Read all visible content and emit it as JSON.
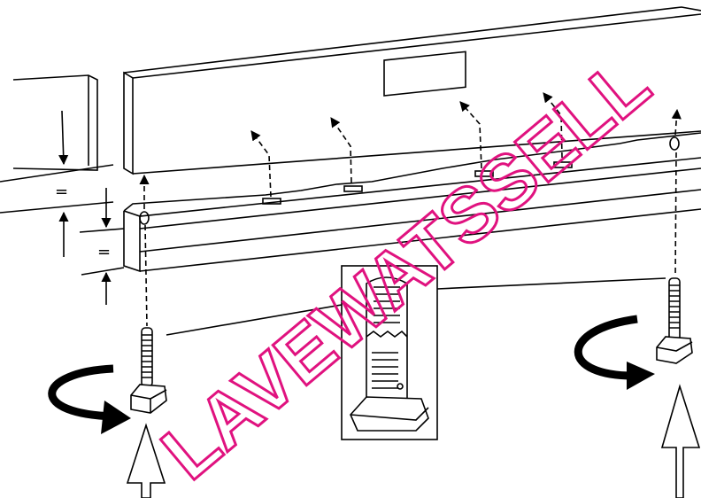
{
  "diagram": {
    "equal_marks": [
      {
        "id": "left-panel-equal",
        "text": "="
      },
      {
        "id": "base-rail-equal",
        "text": "="
      }
    ]
  },
  "watermark": {
    "text": "LAVEWATSSELL",
    "color": "#e0127f"
  },
  "colors": {
    "line": "#000000",
    "background": "#ffffff"
  }
}
